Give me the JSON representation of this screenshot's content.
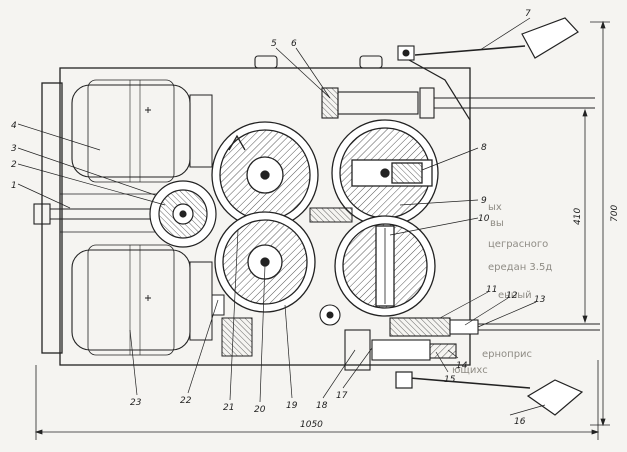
{
  "title": "",
  "background_text": [
    "ых",
    "вы",
    "цеграсного",
    "ередан 3.5д",
    "енный",
    "ерноприс",
    "ющихс"
  ],
  "callouts": [
    "1",
    "2",
    "3",
    "4",
    "5",
    "6",
    "7",
    "8",
    "9",
    "10",
    "11",
    "12",
    "13",
    "14",
    "15",
    "16",
    "17",
    "18",
    "19",
    "20",
    "21",
    "22",
    "23"
  ],
  "dimensions": {
    "overall_width": "1050",
    "height_total": "700",
    "height_inner": "410"
  },
  "colors": {
    "ink": "#222222",
    "paper": "#f5f4f1",
    "hatch": "#555555"
  }
}
